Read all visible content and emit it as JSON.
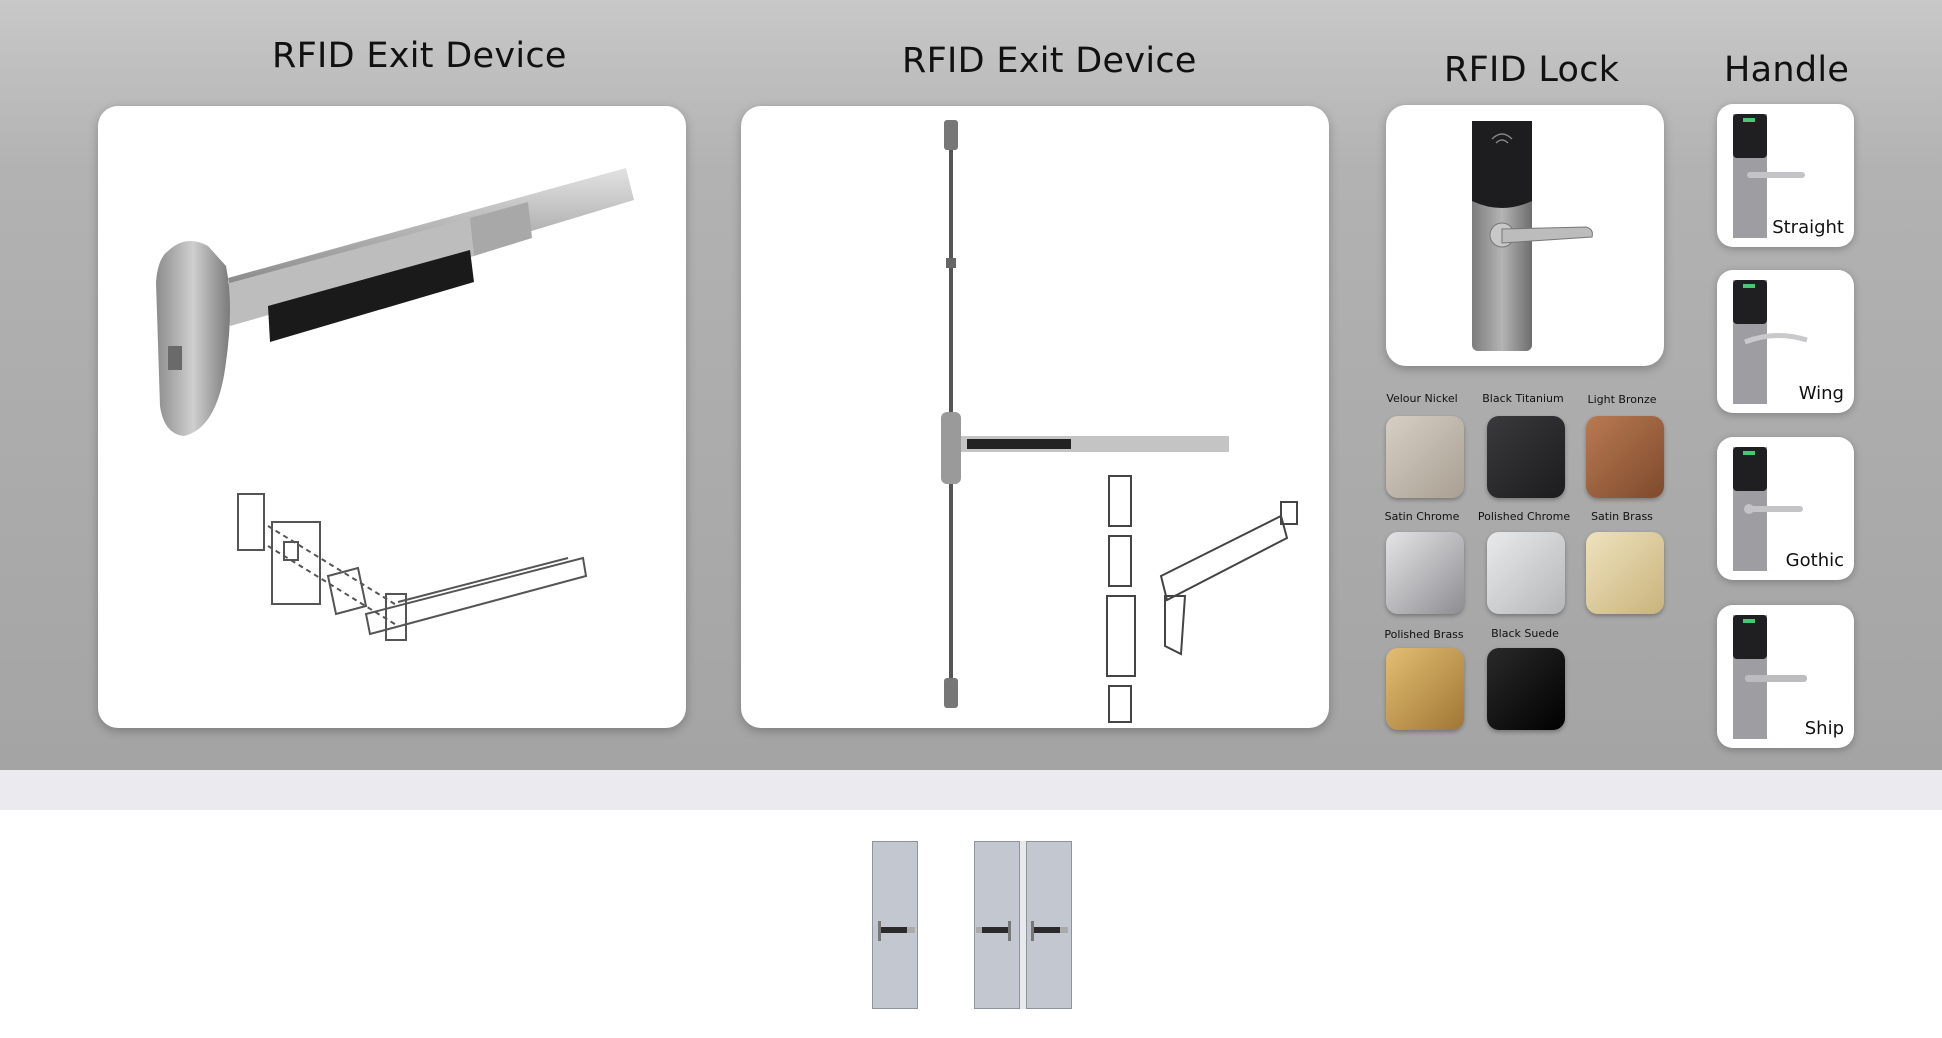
{
  "sections": {
    "exit_device_1": {
      "title": "RFID Exit Device"
    },
    "exit_device_2": {
      "title": "RFID Exit Device"
    },
    "rfid_lock": {
      "title": "RFID Lock"
    },
    "handle": {
      "title": "Handle"
    }
  },
  "finishes": [
    {
      "label": "Velour Nickel",
      "color": "#bdb4a8"
    },
    {
      "label": "Black Titanium",
      "color": "#2a2a2c"
    },
    {
      "label": "Light Bronze",
      "color": "#9a5f3c"
    },
    {
      "label": "Satin Chrome",
      "color": "#b8b8bc"
    },
    {
      "label": "Polished Chrome",
      "color": "#cfd1d3"
    },
    {
      "label": "Satin Brass",
      "color": "#d9c99a"
    },
    {
      "label": "Polished Brass",
      "color": "#c4994a"
    },
    {
      "label": "Black Suede",
      "color": "#0e0e0e"
    }
  ],
  "handles": [
    {
      "label": "Straight",
      "icon": "straight-handle-icon"
    },
    {
      "label": "Wing",
      "icon": "wing-handle-icon"
    },
    {
      "label": "Gothic",
      "icon": "gothic-handle-icon"
    },
    {
      "label": "Ship",
      "icon": "ship-handle-icon"
    }
  ],
  "doors": [
    {
      "icon": "single-door-icon"
    },
    {
      "icon": "double-door-icon"
    }
  ]
}
